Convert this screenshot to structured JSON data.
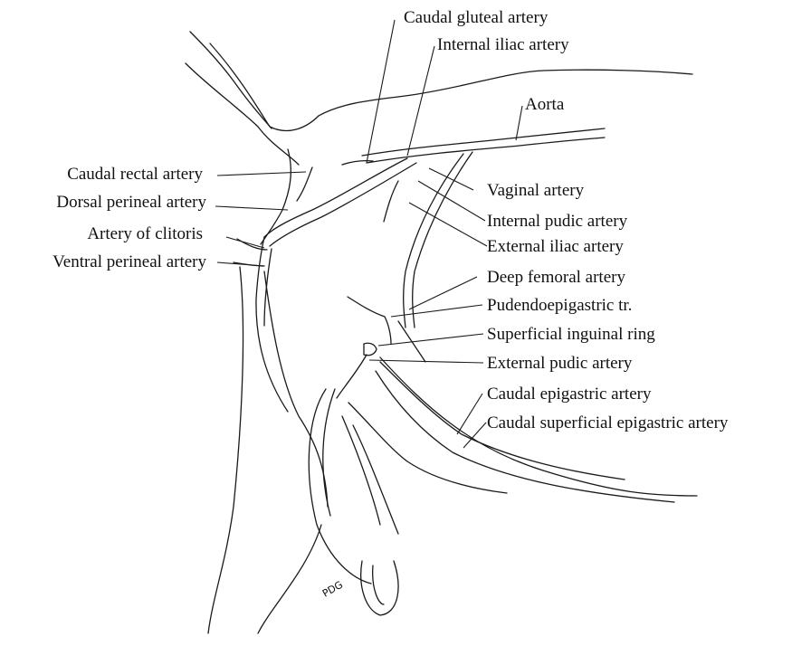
{
  "figure": {
    "labels_left": [
      "Caudal rectal artery",
      "Dorsal perineal artery",
      "Artery of clitoris",
      "Ventral perineal artery"
    ],
    "labels_top": [
      "Caudal gluteal artery",
      "Internal iliac artery",
      "Aorta"
    ],
    "labels_right": [
      "Vaginal artery",
      "Internal pudic artery",
      "External iliac artery",
      "Deep femoral artery",
      "Pudendoepigastric tr.",
      "Superficial inguinal ring",
      "External pudic artery",
      "Caudal epigastric artery",
      "Caudal superficial epigastric artery"
    ],
    "signature": "PDG",
    "colors": {
      "line": "#1a1a1a",
      "background": "#ffffff"
    }
  }
}
